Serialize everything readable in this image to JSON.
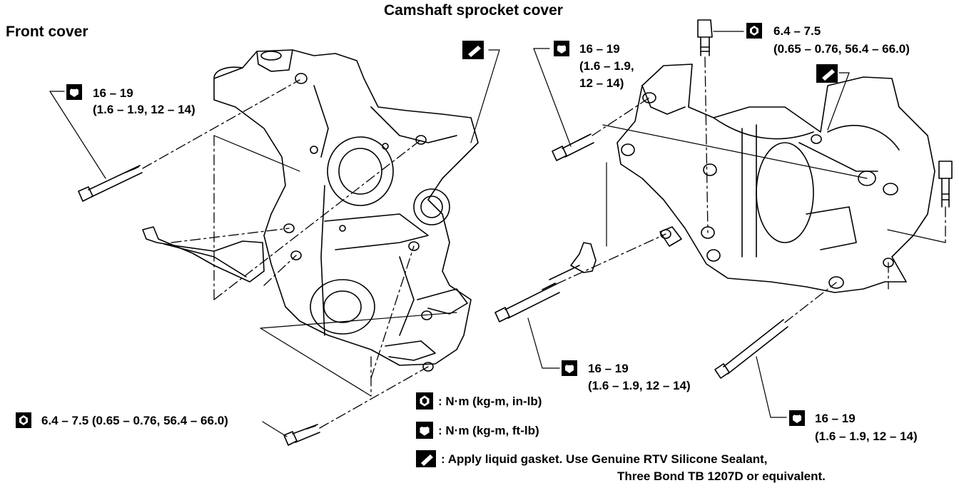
{
  "titles": {
    "front_cover": "Front cover",
    "camshaft_cover": "Camshaft sprocket cover"
  },
  "torque_callouts": {
    "front_upper_left": {
      "icon": "wrench-bolt-icon",
      "line1": "16 – 19",
      "line2": "(1.6 – 1.9, 12 – 14)"
    },
    "front_bottom": {
      "icon": "filled-bolt-icon",
      "text": "6.4 – 7.5 (0.65 – 0.76, 56.4 – 66.0)"
    },
    "cam_top_left": {
      "icon": "wrench-bolt-icon",
      "line1": "16 – 19",
      "line2": "(1.6 – 1.9,",
      "line3": "12 – 14)"
    },
    "cam_top_right": {
      "icon": "filled-bolt-icon",
      "line1": "6.4 – 7.5",
      "line2": "(0.65 – 0.76, 56.4 – 66.0)"
    },
    "cam_bottom_mid": {
      "icon": "wrench-bolt-icon",
      "line1": "16 – 19",
      "line2": "(1.6 – 1.9, 12 – 14)"
    },
    "cam_bottom_right": {
      "icon": "wrench-bolt-icon",
      "line1": "16 – 19",
      "line2": "(1.6 – 1.9, 12 – 14)"
    }
  },
  "legend": {
    "filled_bolt": ": N·m (kg-m, in-lb)",
    "wrench_bolt": ": N·m (kg-m, ft-lb)",
    "gasket_line1": ": Apply liquid gasket.  Use Genuine RTV Silicone Sealant,",
    "gasket_line2": "Three Bond TB 1207D or equivalent."
  }
}
